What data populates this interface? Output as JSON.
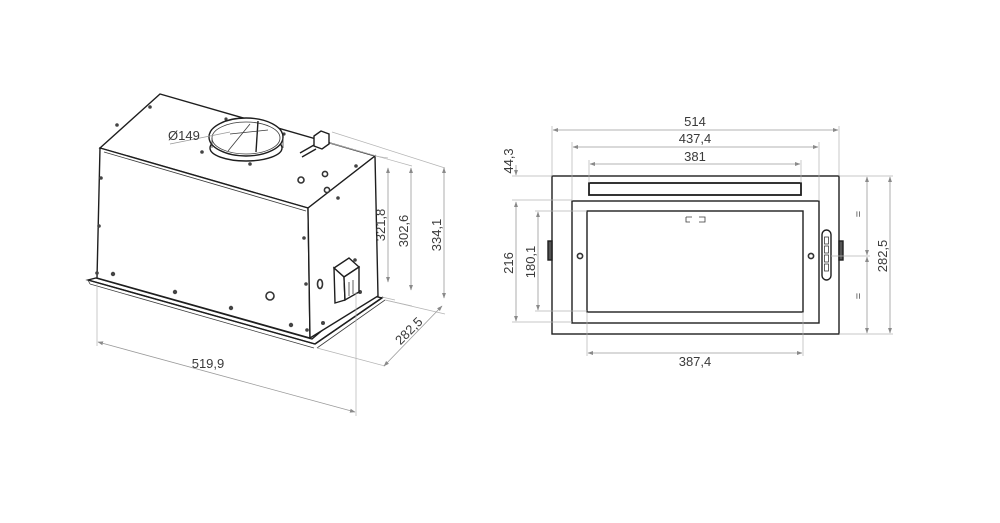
{
  "diagram": {
    "subject": "Built-in cooker hood unit dimensional drawing",
    "units": "mm",
    "colors": {
      "outline": "#1e1e1e",
      "dimension_line": "#9a9a9a",
      "text": "#3a3a3a",
      "background": "#ffffff"
    }
  },
  "isometric_view": {
    "duct_diameter": "Ø149",
    "heights": [
      "321,8",
      "302,6",
      "334,1"
    ],
    "depth": "282,5",
    "width": "519,9"
  },
  "bottom_view": {
    "overall_width": "514",
    "frame_width": "437,4",
    "filter_slot_width": "381",
    "panel_width": "387,4",
    "front_offset": "44,3",
    "frame_depth": "216",
    "panel_depth": "180,1",
    "overall_depth": "282,5",
    "equal_mark_top": "=",
    "equal_mark_bottom": "="
  }
}
